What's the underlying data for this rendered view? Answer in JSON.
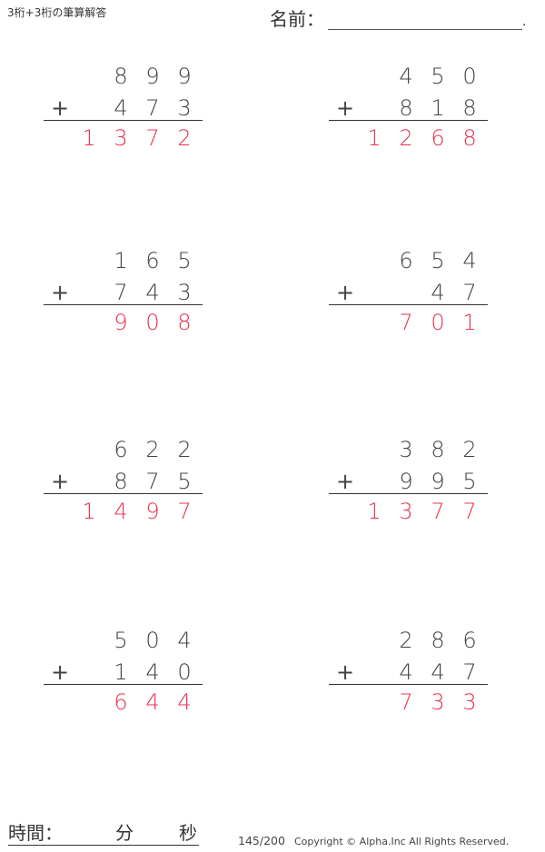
{
  "header": {
    "title": "3桁+3桁の筆算解答",
    "name_label": "名前：",
    "name_period": "."
  },
  "theme": {
    "answer_color": "#e8334f",
    "text_color": "#444444"
  },
  "operator": "+",
  "problems": [
    {
      "top": [
        "",
        "8",
        "9",
        "9"
      ],
      "bottom": [
        "",
        "4",
        "7",
        "3"
      ],
      "answer": [
        "1",
        "3",
        "7",
        "2"
      ]
    },
    {
      "top": [
        "",
        "4",
        "5",
        "0"
      ],
      "bottom": [
        "",
        "8",
        "1",
        "8"
      ],
      "answer": [
        "1",
        "2",
        "6",
        "8"
      ]
    },
    {
      "top": [
        "",
        "1",
        "6",
        "5"
      ],
      "bottom": [
        "",
        "7",
        "4",
        "3"
      ],
      "answer": [
        "",
        "9",
        "0",
        "8"
      ]
    },
    {
      "top": [
        "",
        "6",
        "5",
        "4"
      ],
      "bottom": [
        "",
        "",
        "4",
        "7"
      ],
      "answer": [
        "",
        "7",
        "0",
        "1"
      ]
    },
    {
      "top": [
        "",
        "6",
        "2",
        "2"
      ],
      "bottom": [
        "",
        "8",
        "7",
        "5"
      ],
      "answer": [
        "1",
        "4",
        "9",
        "7"
      ]
    },
    {
      "top": [
        "",
        "3",
        "8",
        "2"
      ],
      "bottom": [
        "",
        "9",
        "9",
        "5"
      ],
      "answer": [
        "1",
        "3",
        "7",
        "7"
      ]
    },
    {
      "top": [
        "",
        "5",
        "0",
        "4"
      ],
      "bottom": [
        "",
        "1",
        "4",
        "0"
      ],
      "answer": [
        "",
        "6",
        "4",
        "4"
      ]
    },
    {
      "top": [
        "",
        "2",
        "8",
        "6"
      ],
      "bottom": [
        "",
        "4",
        "4",
        "7"
      ],
      "answer": [
        "",
        "7",
        "3",
        "3"
      ]
    }
  ],
  "footer": {
    "time_label": "時間：",
    "minutes_label": "分",
    "seconds_label": "秒",
    "page": "145/200",
    "copyright": "Copyright © Alpha.Inc All Rights Reserved."
  }
}
